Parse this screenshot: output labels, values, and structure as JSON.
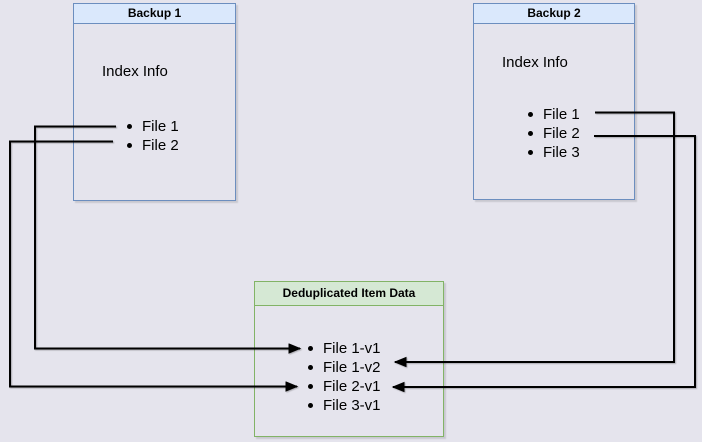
{
  "canvas": {
    "background": "#e5e4ed",
    "line_color": "#000000"
  },
  "boxes": {
    "backup1": {
      "title": "Backup 1",
      "subtitle": "Index Info",
      "items": [
        "File 1",
        "File 2"
      ],
      "header_fill": "#dae8fc",
      "border_color": "#6c8ebf"
    },
    "backup2": {
      "title": "Backup 2",
      "subtitle": "Index Info",
      "items": [
        "File 1",
        "File 2",
        "File 3"
      ],
      "header_fill": "#dae8fc",
      "border_color": "#6c8ebf"
    },
    "dedup": {
      "title": "Deduplicated Item Data",
      "items": [
        "File 1-v1",
        "File 1-v2",
        "File 2-v1",
        "File 3-v1"
      ],
      "header_fill": "#d5e8d4",
      "border_color": "#82b366"
    }
  },
  "edges": [
    {
      "from": "Backup 1 / File 1",
      "to": "File 1-v1"
    },
    {
      "from": "Backup 1 / File 2",
      "to": "File 2-v1"
    },
    {
      "from": "Backup 2 / File 1",
      "to": "File 1-v2"
    },
    {
      "from": "Backup 2 / File 2",
      "to": "File 2-v1"
    }
  ]
}
